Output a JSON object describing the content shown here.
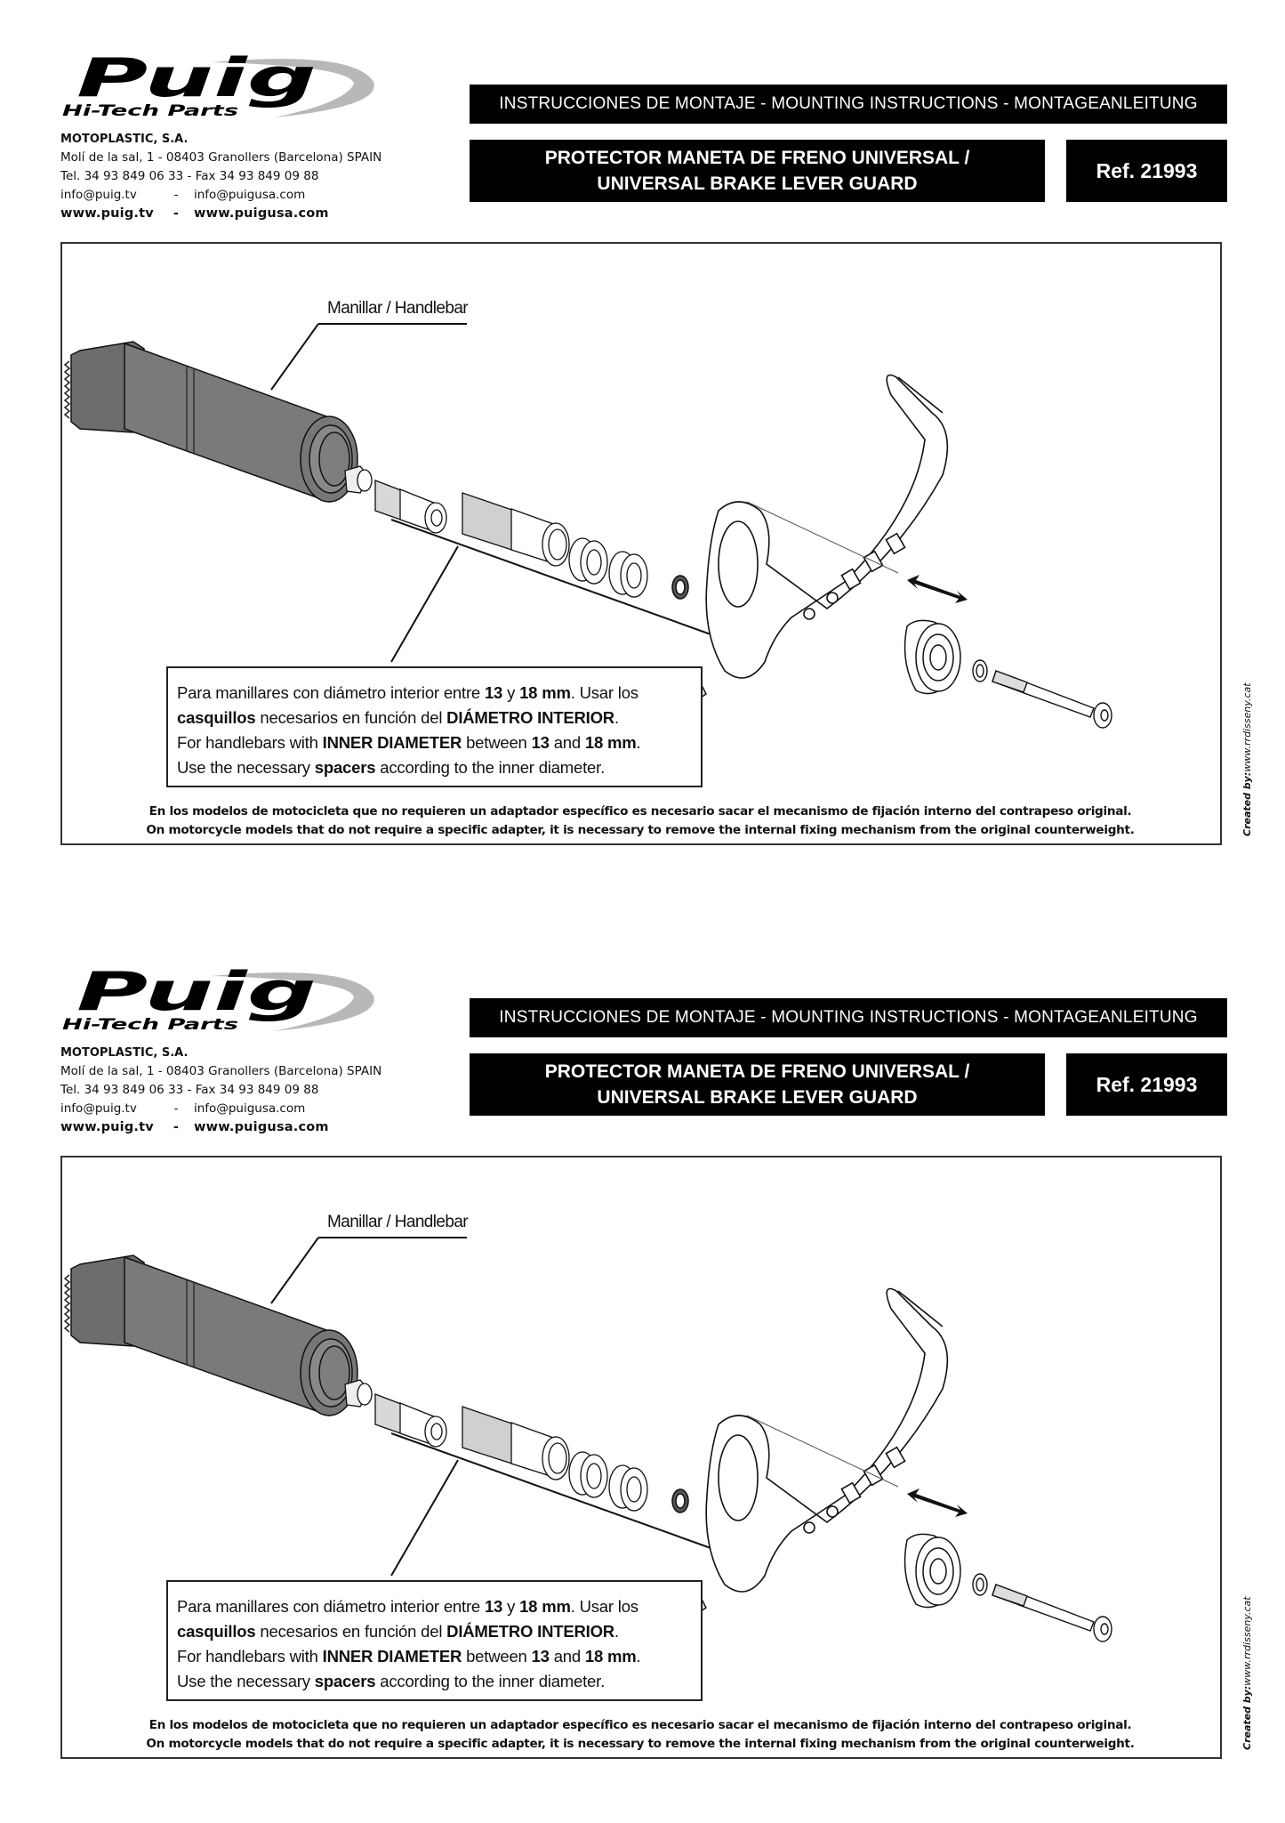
{
  "sheets": [
    {
      "logo": {
        "brand": "Puig",
        "tagline": "Hi-Tech Parts"
      },
      "company": {
        "name": "MOTOPLASTIC, S.A.",
        "address": "Molí de la sal, 1  -  08403 Granollers (Barcelona) SPAIN",
        "phone": "Tel. 34 93 849 06 33  -  Fax 34 93 849 09 88",
        "email_1": "info@puig.tv",
        "email_sep": "-",
        "email_2": "info@puigusa.com",
        "web_1": "www.puig.tv",
        "web_sep": "-",
        "web_2": "www.puigusa.com"
      },
      "header": {
        "instructions": "INSTRUCCIONES DE MONTAJE - MOUNTING INSTRUCTIONS - MONTAGEANLEITUNG",
        "title_line_1": "PROTECTOR MANETA DE FRENO UNIVERSAL /",
        "title_line_2": "UNIVERSAL BRAKE LEVER GUARD",
        "ref": "Ref. 21993"
      },
      "diagram": {
        "handlebar_label": "Manillar / Handlebar",
        "note": {
          "l1_a": "Para manillares con diámetro interior entre ",
          "l1_b": "13",
          "l1_c": " y ",
          "l1_d": "18 mm",
          "l1_e": ". Usar los",
          "l2_a": "casquillos",
          "l2_b": " necesarios en función del ",
          "l2_c": "DIÁMETRO INTERIOR",
          "l2_d": ".",
          "l3_a": "For handlebars with ",
          "l3_b": "INNER DIAMETER",
          "l3_c": " between ",
          "l3_d": "13",
          "l3_e": " and ",
          "l3_f": "18 mm",
          "l3_g": ".",
          "l4_a": "Use the necessary ",
          "l4_b": "spacers",
          "l4_c": " according to the inner diameter."
        },
        "footnote_es": "En los modelos de motocicleta que no requieren un adaptador específico es necesario sacar el mecanismo de fijación interno del contrapeso original.",
        "footnote_en": "On motorcycle models that do not require a specific adapter, it is necessary to remove the internal fixing mechanism from the original counterweight.",
        "credit_label": "Created by:",
        "credit_site": "www.rrdisseny.cat"
      }
    },
    {
      "logo": {
        "brand": "Puig",
        "tagline": "Hi-Tech Parts"
      },
      "company": {
        "name": "MOTOPLASTIC, S.A.",
        "address": "Molí de la sal, 1  -  08403 Granollers (Barcelona) SPAIN",
        "phone": "Tel. 34 93 849 06 33  -  Fax 34 93 849 09 88",
        "email_1": "info@puig.tv",
        "email_sep": "-",
        "email_2": "info@puigusa.com",
        "web_1": "www.puig.tv",
        "web_sep": "-",
        "web_2": "www.puigusa.com"
      },
      "header": {
        "instructions": "INSTRUCCIONES DE MONTAJE - MOUNTING INSTRUCTIONS - MONTAGEANLEITUNG",
        "title_line_1": "PROTECTOR MANETA DE FRENO UNIVERSAL /",
        "title_line_2": "UNIVERSAL BRAKE LEVER GUARD",
        "ref": "Ref. 21993"
      },
      "diagram": {
        "handlebar_label": "Manillar / Handlebar",
        "note": {
          "l1_a": "Para manillares con diámetro interior entre ",
          "l1_b": "13",
          "l1_c": " y ",
          "l1_d": "18 mm",
          "l1_e": ". Usar los",
          "l2_a": "casquillos",
          "l2_b": " necesarios en función del ",
          "l2_c": "DIÁMETRO INTERIOR",
          "l2_d": ".",
          "l3_a": "For handlebars with ",
          "l3_b": "INNER DIAMETER",
          "l3_c": " between ",
          "l3_d": "13",
          "l3_e": " and ",
          "l3_f": "18 mm",
          "l3_g": ".",
          "l4_a": "Use the necessary ",
          "l4_b": "spacers",
          "l4_c": " according to the inner diameter."
        },
        "footnote_es": "En los modelos de motocicleta que no requieren un adaptador específico es necesario sacar el mecanismo de fijación interno del contrapeso original.",
        "footnote_en": "On motorcycle models that do not require a specific adapter, it is necessary to remove the internal fixing mechanism from the original counterweight.",
        "credit_label": "Created by:",
        "credit_site": "www.rrdisseny.cat"
      }
    }
  ],
  "colors": {
    "bar_bg": "#000000",
    "bar_text": "#ffffff",
    "handlebar_fill": "#7a7a7a",
    "logo_swoosh": "#b8b8b8"
  }
}
